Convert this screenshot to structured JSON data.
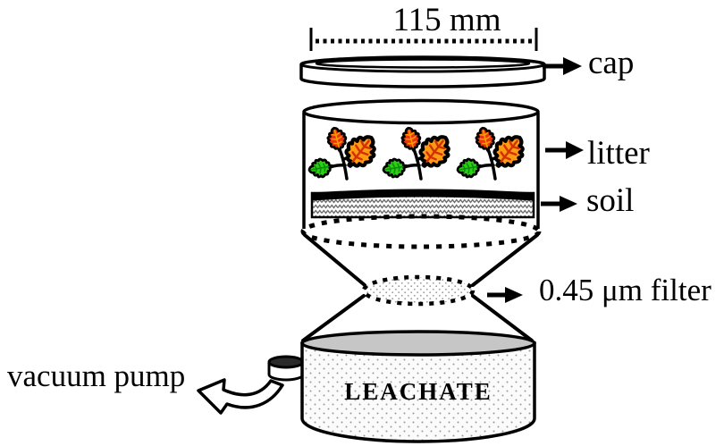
{
  "figure": {
    "dimension_label": "115 mm",
    "leachate_label": "LEACHATE",
    "labels": {
      "cap": "cap",
      "litter": "litter",
      "soil": "soil",
      "filter": "0.45 μm filter",
      "vacuum_pump": "vacuum pump"
    }
  },
  "colors": {
    "outline": "#000000",
    "leaf_red": "#e8350f",
    "leaf_red_vein": "#ff9c00",
    "leaf_green": "#2bd012",
    "leaf_green_vein": "#0e8a0e",
    "leaf_orange": "#ff9a15",
    "leaf_orange_vein": "#d13000",
    "leachate_surface_gray": "#c6c6c6",
    "soil_hatch_gray": "#6a6a6a",
    "dot_texture_gray": "#9a9a9a"
  }
}
